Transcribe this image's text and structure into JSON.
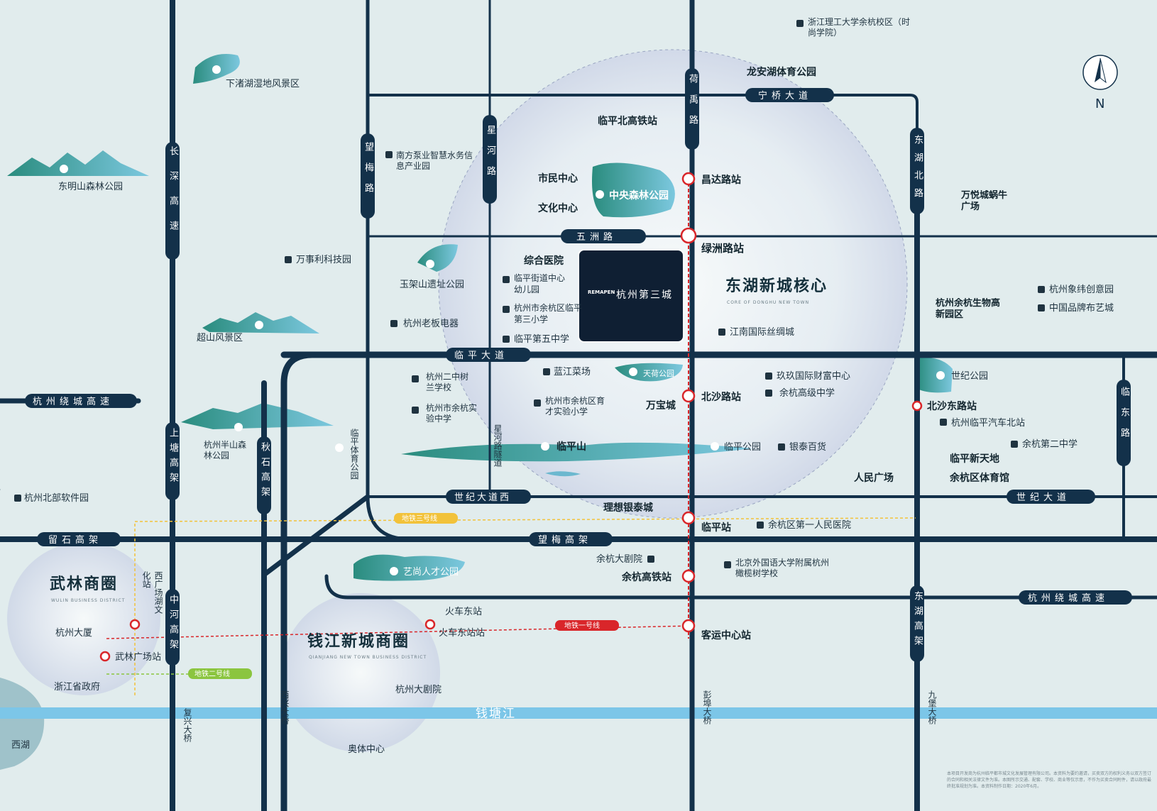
{
  "roads": {
    "linping_avenue": "临平大道",
    "ningqiao_avenue": "宁桥大道",
    "wuzhou_road": "五洲路",
    "shiji_avenue_west": "世纪大道西",
    "shiji_avenue": "世纪大道",
    "wangmei_viaduct": "望梅高架",
    "liushi_viaduct": "留石高架",
    "ring_expressway_west": "杭州绕城高速",
    "ring_expressway_east": "杭州绕城高速",
    "changshen_expressway": "长深高速",
    "xinghe_road": "星河路",
    "wangmei_road": "望梅路",
    "heyu_road": "荷禹路",
    "donghu_north_road": "东湖北路",
    "lindong_road": "临东路",
    "shangtang_viaduct": "上塘高架",
    "qiushi_viaduct": "秋石高架",
    "zhonghe_viaduct": "中河高架",
    "donghu_viaduct": "东湖高架",
    "xinghe_tunnel": "星河路隧道",
    "linping_sports_park": "临平体育公园",
    "xiguanghu_station": "西广场湖文化站"
  },
  "river": {
    "name": "钱塘江"
  },
  "bridges": {
    "fuxing": "复兴大桥",
    "xixing": "西兴大桥",
    "pengbu": "彭埠大桥",
    "jiubao": "九堡大桥"
  },
  "metro": {
    "line1": "地铁一号线",
    "line2": "地铁二号线",
    "line3": "地铁三号线"
  },
  "stations": {
    "changda": "昌达路站",
    "lvzhou": "绿洲路站",
    "beisha": "北沙路站",
    "linping": "临平站",
    "yuhang_hsr": "余杭高铁站",
    "keyun": "客运中心站",
    "beishadong": "北沙东路站",
    "huochedong_station": "火车东站站",
    "wulin_square": "武林广场站",
    "linping_north_hsr": "临平北高铁站",
    "huochedong": "火车东站"
  },
  "districts": {
    "wulin": "武林商圈",
    "wulin_en": "WULIN BUSINESS DISTRICT",
    "qianjiang": "钱江新城商圈",
    "qianjiang_en": "QIANJIANG NEW TOWN BUSINESS DISTRICT",
    "donghu": "东湖新城核心",
    "donghu_en": "CORE OF DONGHU NEW TOWN"
  },
  "project": {
    "brand": "REMAPEN",
    "name": "杭州第三城"
  },
  "pois": {
    "xiazhuhu": "下渚湖湿地风景区",
    "dongmingshan": "东明山森林公园",
    "nanfangquan": "南方泵业智慧水务信息产业园",
    "wanshili": "万事利科技园",
    "yujiashan": "玉架山遗址公园",
    "laoban": "杭州老板电器",
    "chaoshan": "超山风景区",
    "banshan": "杭州半山森林公园",
    "north_software": "杭州北部软件园",
    "shimin": "市民中心",
    "wenhua": "文化中心",
    "central_park": "中央森林公园",
    "hospital": "综合医院",
    "kindergarten": "临平街道中心幼儿园",
    "school3": "杭州市余杭区临平第三小学",
    "school5": "临平第五中学",
    "jiangnan_silk": "江南国际丝绸城",
    "zjut": "浙江理工大学余杭校区（时尚学院）",
    "longan": "龙安湖体育公园",
    "wanyue": "万悦城蜗牛广场",
    "xiangwei": "杭州象纬创意园",
    "brand_city": "中国品牌布艺城",
    "biotech": "杭州余杭生物高新园区",
    "shuchuang": "蓝江菜场",
    "tianhe_park": "天荷公园",
    "no2_middle": "杭州二中树兰学校",
    "yuhang_exp": "杭州市余杭实验中学",
    "yucai": "杭州市余杭区育才实验小学",
    "wanbao": "万宝城",
    "jiujiu": "玖玖国际财富中心",
    "yuhang_high": "余杭高级中学",
    "shiji_park": "世纪公园",
    "linping_bus": "杭州临平汽车北站",
    "yuhang_no2": "余杭第二中学",
    "linping_xintiandi": "临平新天地",
    "sports_hall": "余杭区体育馆",
    "people_square": "人民广场",
    "linping_park": "临平公园",
    "yintai": "银泰百货",
    "linpingshan": "临平山",
    "lixiang_yintai": "理想银泰城",
    "first_hospital": "余杭区第一人民医院",
    "grand_theatre_yh": "余杭大剧院",
    "bfsu": "北京外国语大学附属杭州橄榄树学校",
    "yishang": "艺尚人才公园",
    "wulin_tower": "杭州大厦",
    "gov": "浙江省政府",
    "west_lake": "西湖",
    "hz_theatre": "杭州大剧院",
    "olympic": "奥体中心"
  },
  "compass": "N",
  "disclaimer": "本项目开发商为杭州临平都市城文化发展管理有限公司。本资料为要约邀请，买卖双方的权利义务以双方签订的合同和相关法律文件为准。本图所示交通、配套、学校、商业等仅示意，不作为买卖合同附件，请以政府最终批准规划为准。本资料制作日期：2020年6月。",
  "colors": {
    "road": "#13314a",
    "metro_red": "#d9262a",
    "metro_green": "#8bc53f",
    "metro_yellow": "#f2c23a",
    "river": "#7cc6e8",
    "park": "#2d8a86"
  }
}
